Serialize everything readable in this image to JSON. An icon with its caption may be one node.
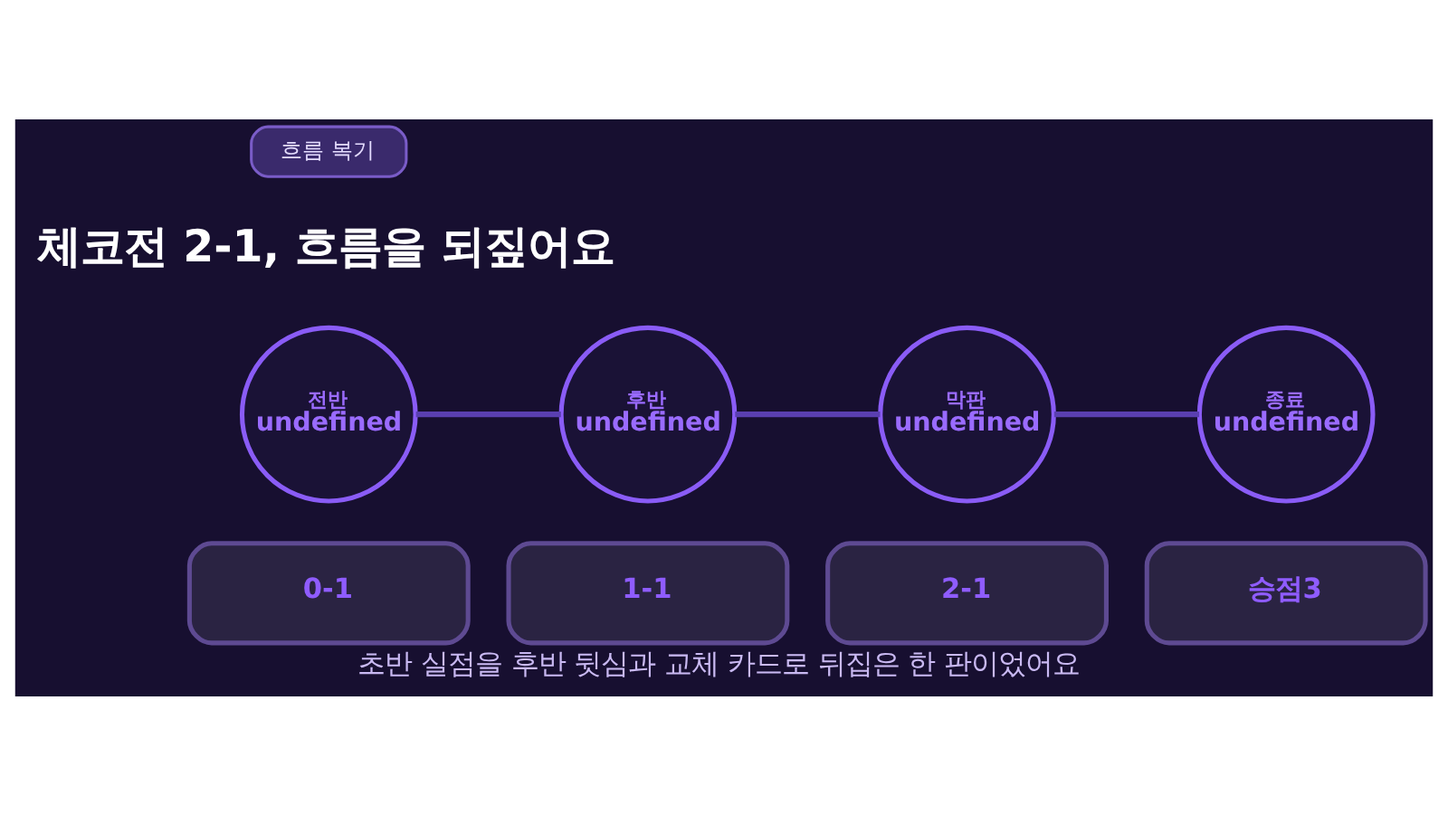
{
  "diagram": {
    "title": "체코전 2-1, 흐름을 되짚어요",
    "caption": "초반 실점을 후반 뒷심과 교체 카드로 뒤집은 한 판이었어요",
    "nodes": [
      {
        "text": [
          "흐름 복기"
        ]
      },
      {
        "text": [
          "전반",
          "undefined"
        ]
      },
      {
        "text": [
          "후반",
          "undefined"
        ]
      },
      {
        "text": [
          "막판",
          "undefined"
        ]
      },
      {
        "text": [
          "종료",
          "undefined"
        ]
      },
      {
        "text": [
          "0-1"
        ]
      },
      {
        "text": [
          "1-1"
        ]
      },
      {
        "text": [
          "2-1"
        ]
      },
      {
        "text": [
          "승점3"
        ]
      }
    ],
    "edges": [
      {
        "from": 1,
        "to": 2,
        "arrow": "none"
      },
      {
        "from": 2,
        "to": 3,
        "arrow": "none"
      },
      {
        "from": 3,
        "to": 4,
        "arrow": "none"
      }
    ]
  }
}
